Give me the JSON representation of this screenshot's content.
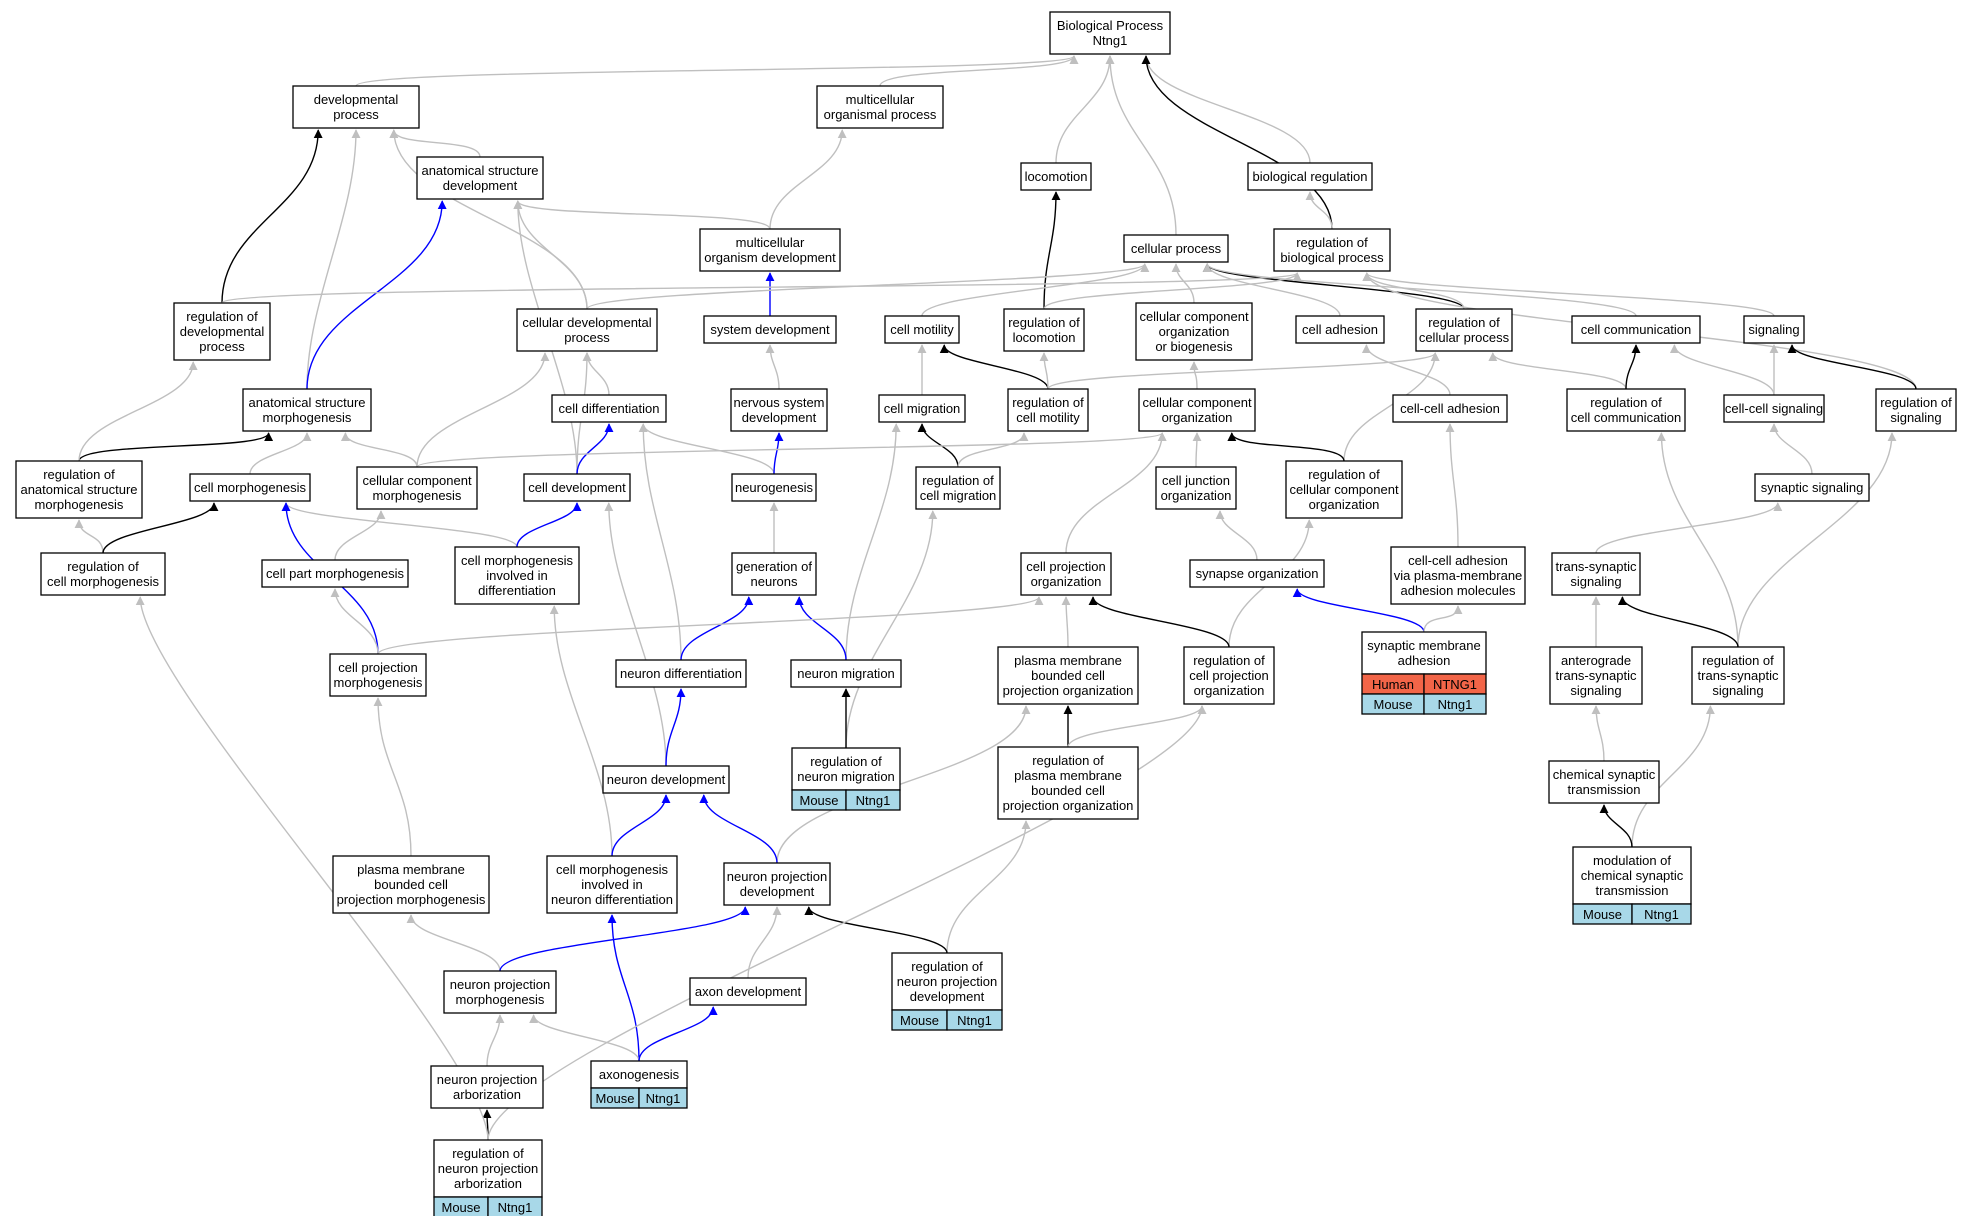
{
  "colors": {
    "default": "#bfbfbf",
    "black": "#000000",
    "blue": "#0000ff",
    "mouse": "#a8d8e8",
    "human": "#f26548"
  },
  "nodes": [
    {
      "id": "bp",
      "lines": [
        "Biological Process",
        "Ntng1"
      ]
    },
    {
      "id": "dp",
      "lines": [
        "developmental",
        "process"
      ]
    },
    {
      "id": "mop",
      "lines": [
        "multicellular",
        "organismal process"
      ]
    },
    {
      "id": "asd",
      "lines": [
        "anatomical structure",
        "development"
      ]
    },
    {
      "id": "loco",
      "lines": [
        "locomotion"
      ]
    },
    {
      "id": "breg",
      "lines": [
        "biological regulation"
      ]
    },
    {
      "id": "mod",
      "lines": [
        "multicellular",
        "organism development"
      ]
    },
    {
      "id": "cp",
      "lines": [
        "cellular process"
      ]
    },
    {
      "id": "rbp",
      "lines": [
        "regulation of",
        "biological process"
      ]
    },
    {
      "id": "rdp",
      "lines": [
        "regulation of",
        "developmental",
        "process"
      ]
    },
    {
      "id": "cdp",
      "lines": [
        "cellular developmental",
        "process"
      ]
    },
    {
      "id": "sd",
      "lines": [
        "system development"
      ]
    },
    {
      "id": "cmot",
      "lines": [
        "cell motility"
      ]
    },
    {
      "id": "rloco",
      "lines": [
        "regulation of",
        "locomotion"
      ]
    },
    {
      "id": "ccob",
      "lines": [
        "cellular component",
        "organization",
        "or biogenesis"
      ]
    },
    {
      "id": "cadh",
      "lines": [
        "cell adhesion"
      ]
    },
    {
      "id": "rcp",
      "lines": [
        "regulation of",
        "cellular process"
      ]
    },
    {
      "id": "ccomm",
      "lines": [
        "cell communication"
      ]
    },
    {
      "id": "sig",
      "lines": [
        "signaling"
      ]
    },
    {
      "id": "asm",
      "lines": [
        "anatomical structure",
        "morphogenesis"
      ]
    },
    {
      "id": "cdiff",
      "lines": [
        "cell differentiation"
      ]
    },
    {
      "id": "nsd",
      "lines": [
        "nervous system",
        "development"
      ]
    },
    {
      "id": "cmig",
      "lines": [
        "cell migration"
      ]
    },
    {
      "id": "rcmot",
      "lines": [
        "regulation of",
        "cell motility"
      ]
    },
    {
      "id": "cco",
      "lines": [
        "cellular component",
        "organization"
      ]
    },
    {
      "id": "ccadh",
      "lines": [
        "cell-cell adhesion"
      ]
    },
    {
      "id": "rccomm",
      "lines": [
        "regulation of",
        "cell communication"
      ]
    },
    {
      "id": "ccsig",
      "lines": [
        "cell-cell signaling"
      ]
    },
    {
      "id": "rsig",
      "lines": [
        "regulation of",
        "signaling"
      ]
    },
    {
      "id": "rasm",
      "lines": [
        "regulation of",
        "anatomical structure",
        "morphogenesis"
      ]
    },
    {
      "id": "cmorph",
      "lines": [
        "cell morphogenesis"
      ]
    },
    {
      "id": "ccm",
      "lines": [
        "cellular component",
        "morphogenesis"
      ]
    },
    {
      "id": "cdev",
      "lines": [
        "cell development"
      ]
    },
    {
      "id": "neurog",
      "lines": [
        "neurogenesis"
      ]
    },
    {
      "id": "rcmig",
      "lines": [
        "regulation of",
        "cell migration"
      ]
    },
    {
      "id": "cjo",
      "lines": [
        "cell junction",
        "organization"
      ]
    },
    {
      "id": "rcco",
      "lines": [
        "regulation of",
        "cellular component",
        "organization"
      ]
    },
    {
      "id": "synsig",
      "lines": [
        "synaptic signaling"
      ]
    },
    {
      "id": "rcmorph",
      "lines": [
        "regulation of",
        "cell morphogenesis"
      ]
    },
    {
      "id": "cpm",
      "lines": [
        "cell part morphogenesis"
      ]
    },
    {
      "id": "cmid",
      "lines": [
        "cell morphogenesis",
        "involved in",
        "differentiation"
      ]
    },
    {
      "id": "gon",
      "lines": [
        "generation of",
        "neurons"
      ]
    },
    {
      "id": "cpo",
      "lines": [
        "cell projection",
        "organization"
      ]
    },
    {
      "id": "synorg",
      "lines": [
        "synapse organization"
      ]
    },
    {
      "id": "ccapm",
      "lines": [
        "cell-cell adhesion",
        "via plasma-membrane",
        "adhesion molecules"
      ]
    },
    {
      "id": "tss",
      "lines": [
        "trans-synaptic",
        "signaling"
      ]
    },
    {
      "id": "cpmorph",
      "lines": [
        "cell projection",
        "morphogenesis"
      ]
    },
    {
      "id": "ndiff",
      "lines": [
        "neuron differentiation"
      ]
    },
    {
      "id": "nmig",
      "lines": [
        "neuron migration"
      ]
    },
    {
      "id": "pmbcpo",
      "lines": [
        "plasma membrane",
        "bounded cell",
        "projection organization"
      ]
    },
    {
      "id": "rcpo",
      "lines": [
        "regulation of",
        "cell projection",
        "organization"
      ]
    },
    {
      "id": "sma",
      "lines": [
        "synaptic membrane",
        "adhesion"
      ],
      "tags": [
        [
          "Human",
          "NTNG1"
        ],
        [
          "Mouse",
          "Ntng1"
        ]
      ]
    },
    {
      "id": "ats",
      "lines": [
        "anterograde",
        "trans-synaptic",
        "signaling"
      ]
    },
    {
      "id": "rtss",
      "lines": [
        "regulation of",
        "trans-synaptic",
        "signaling"
      ]
    },
    {
      "id": "rnmig",
      "lines": [
        "regulation of",
        "neuron migration"
      ],
      "tags": [
        [
          "Mouse",
          "Ntng1"
        ]
      ]
    },
    {
      "id": "ndev",
      "lines": [
        "neuron development"
      ]
    },
    {
      "id": "rpmbcpo",
      "lines": [
        "regulation of",
        "plasma membrane",
        "bounded cell",
        "projection organization"
      ]
    },
    {
      "id": "cst",
      "lines": [
        "chemical synaptic",
        "transmission"
      ]
    },
    {
      "id": "pmbcpm",
      "lines": [
        "plasma membrane",
        "bounded cell",
        "projection morphogenesis"
      ]
    },
    {
      "id": "cmind",
      "lines": [
        "cell morphogenesis",
        "involved in",
        "neuron differentiation"
      ]
    },
    {
      "id": "npd",
      "lines": [
        "neuron projection",
        "development"
      ]
    },
    {
      "id": "mcst",
      "lines": [
        "modulation of",
        "chemical synaptic",
        "transmission"
      ],
      "tags": [
        [
          "Mouse",
          "Ntng1"
        ]
      ]
    },
    {
      "id": "rnpd",
      "lines": [
        "regulation of",
        "neuron projection",
        "development"
      ],
      "tags": [
        [
          "Mouse",
          "Ntng1"
        ]
      ]
    },
    {
      "id": "npm",
      "lines": [
        "neuron projection",
        "morphogenesis"
      ]
    },
    {
      "id": "axd",
      "lines": [
        "axon development"
      ]
    },
    {
      "id": "axg",
      "lines": [
        "axonogenesis"
      ],
      "tags": [
        [
          "Mouse",
          "Ntng1"
        ]
      ]
    },
    {
      "id": "npa",
      "lines": [
        "neuron projection",
        "arborization"
      ]
    },
    {
      "id": "rnpa",
      "lines": [
        "regulation of",
        "neuron projection",
        "arborization"
      ],
      "tags": [
        [
          "Mouse",
          "Ntng1"
        ]
      ]
    }
  ]
}
